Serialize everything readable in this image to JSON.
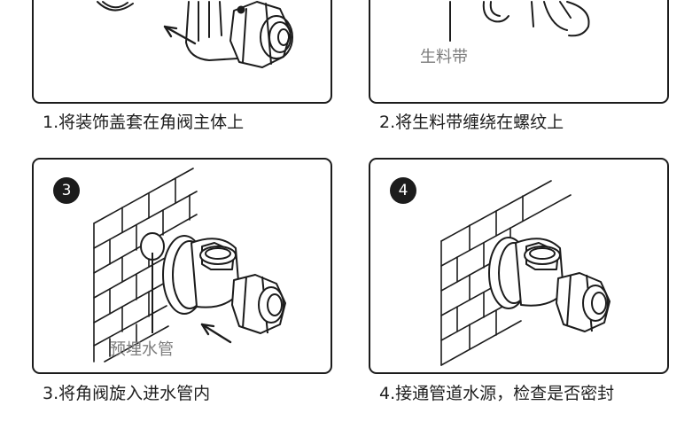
{
  "steps": [
    {
      "number": "1",
      "caption": "1.将装饰盖套在角阀主体上"
    },
    {
      "number": "2",
      "caption": "2.将生料带缠绕在螺纹上",
      "callout": "生料带"
    },
    {
      "number": "3",
      "caption": "3.将角阀旋入进水管内",
      "callout": "预埋水管"
    },
    {
      "number": "4",
      "caption": "4.接通管道水源，检查是否密封"
    }
  ]
}
